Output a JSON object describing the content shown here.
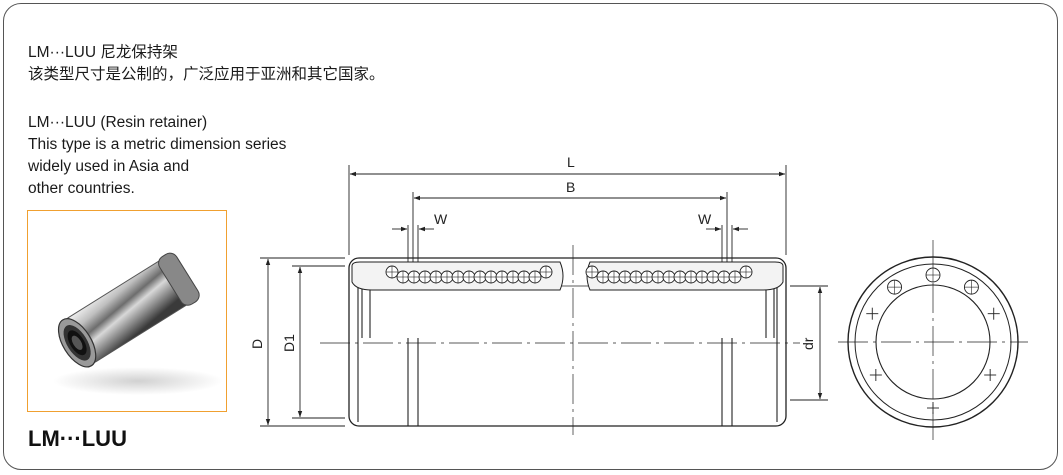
{
  "header": {
    "cn_title": "LM···LUU 尼龙保持架",
    "cn_desc": "该类型尺寸是公制的，广泛应用于亚洲和其它国家。",
    "en_title": "LM···LUU (Resin retainer)",
    "en_desc_lines": [
      "This type is a metric dimension series",
      "widely used in Asia and",
      "other countries."
    ]
  },
  "product": {
    "model_label": "LM···LUU"
  },
  "dimensions": {
    "L": "L",
    "B": "B",
    "W_left": "W",
    "W_right": "W",
    "D": "D",
    "D1": "D1",
    "dr": "dr"
  },
  "colors": {
    "frame": "#555555",
    "photo_border": "#f0a030",
    "line": "#222222",
    "retainer_fill": "#eeeeee"
  }
}
